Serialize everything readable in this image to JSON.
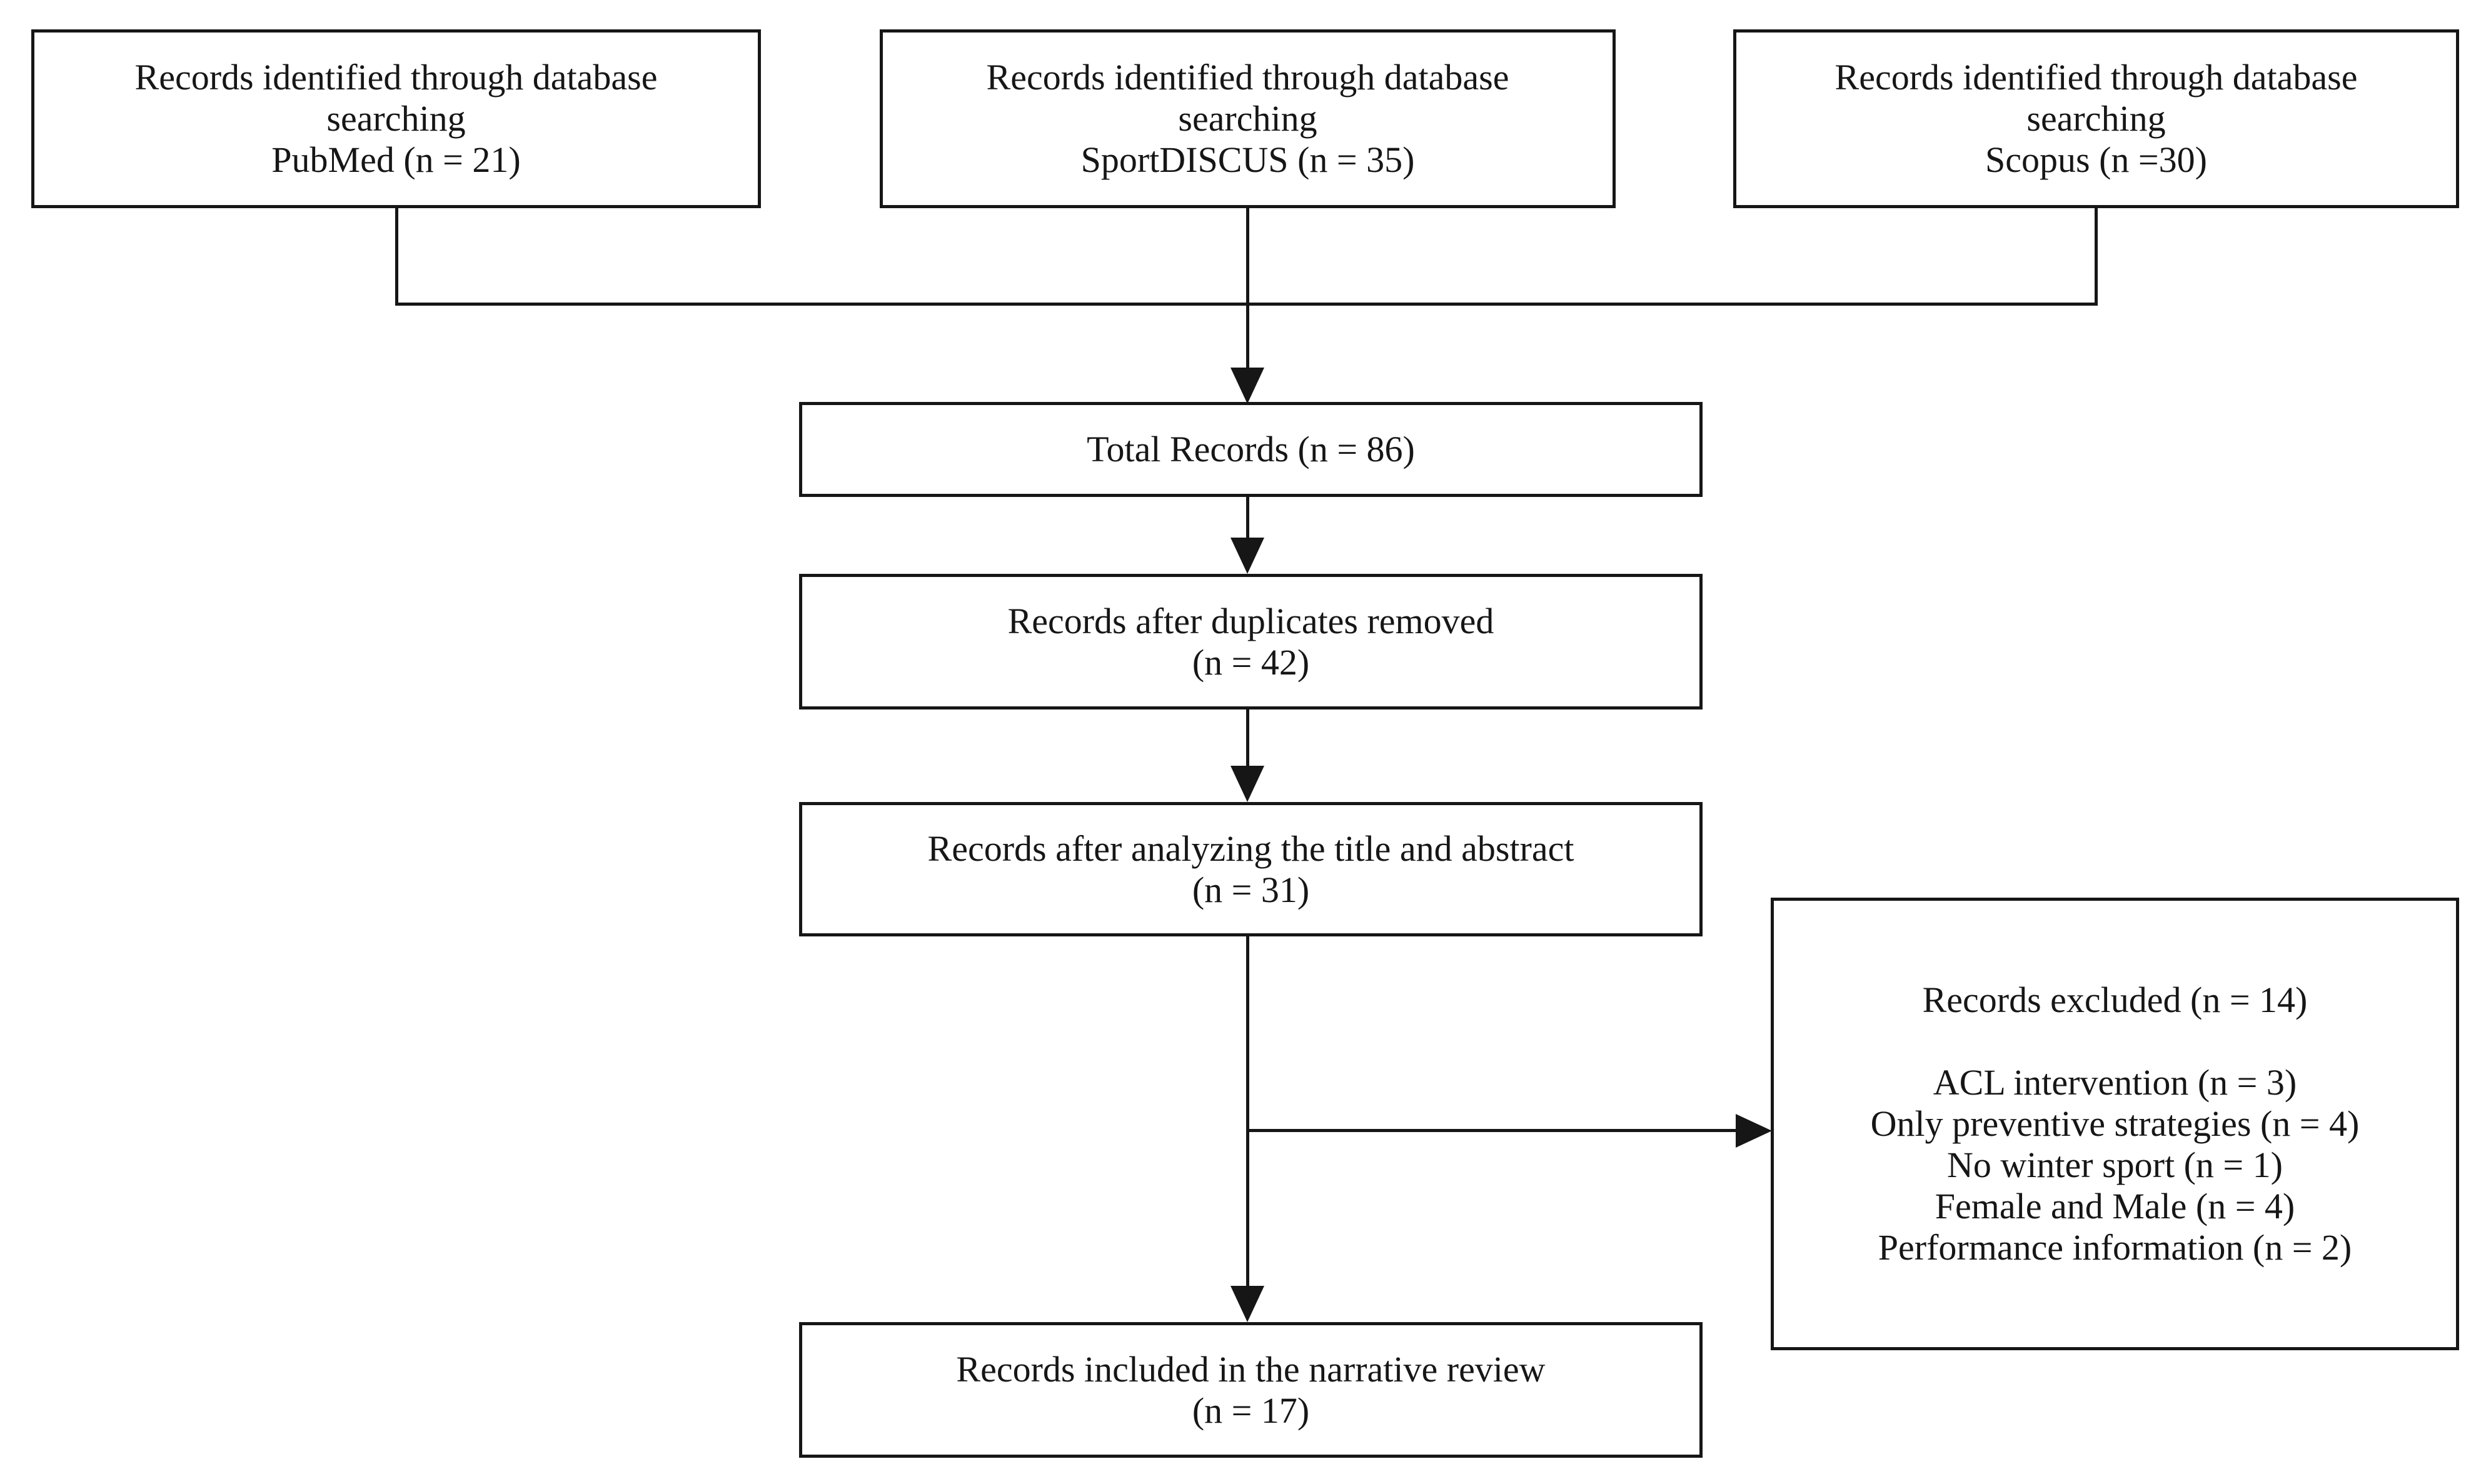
{
  "colors": {
    "ink": "#161616",
    "paper": "#ffffff"
  },
  "boxes": {
    "pubmed": {
      "line1": "Records identified through database",
      "line2": "searching",
      "line3": "PubMed (n = 21)"
    },
    "sportdiscus": {
      "line1": "Records identified through database",
      "line2": "searching",
      "line3": "SportDISCUS (n = 35)"
    },
    "scopus": {
      "line1": "Records identified through database",
      "line2": "searching",
      "line3": "Scopus (n =30)"
    },
    "total": {
      "line1": "Total Records (n = 86)"
    },
    "duplicates": {
      "line1": "Records after duplicates removed",
      "line2": "(n = 42)"
    },
    "title_abstract": {
      "line1": "Records after analyzing the title and abstract",
      "line2": "(n = 31)"
    },
    "excluded": {
      "heading": "Records excluded (n = 14)",
      "reasons": [
        "ACL intervention (n = 3)",
        "Only preventive strategies (n = 4)",
        "No winter sport (n = 1)",
        "Female and Male (n = 4)",
        "Performance information (n = 2)"
      ]
    },
    "included": {
      "line1": "Records included in the narrative review",
      "line2": "(n = 17)"
    }
  }
}
